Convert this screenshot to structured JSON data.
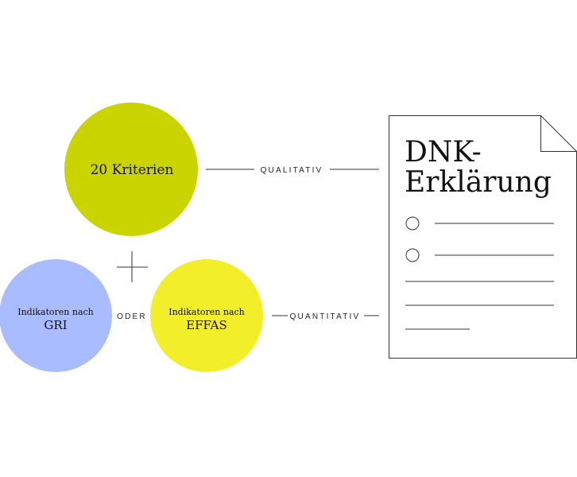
{
  "colors": {
    "kriterien": "#c9d400",
    "gri": "#a9bcff",
    "effas": "#f2ee2a",
    "line": "#333333"
  },
  "nodes": {
    "kriterien": {
      "label": "20 Kriterien"
    },
    "gri": {
      "line1": "Indikatoren nach",
      "line2": "GRI"
    },
    "effas": {
      "line1": "Indikatoren nach",
      "line2": "EFFAS"
    }
  },
  "connectors": {
    "or_label": "ODER",
    "qualitative_label": "QUALITATIV",
    "quantitative_label": "QUANTITATIV"
  },
  "document": {
    "title_line1": "DNK-",
    "title_line2": "Erklärung"
  }
}
